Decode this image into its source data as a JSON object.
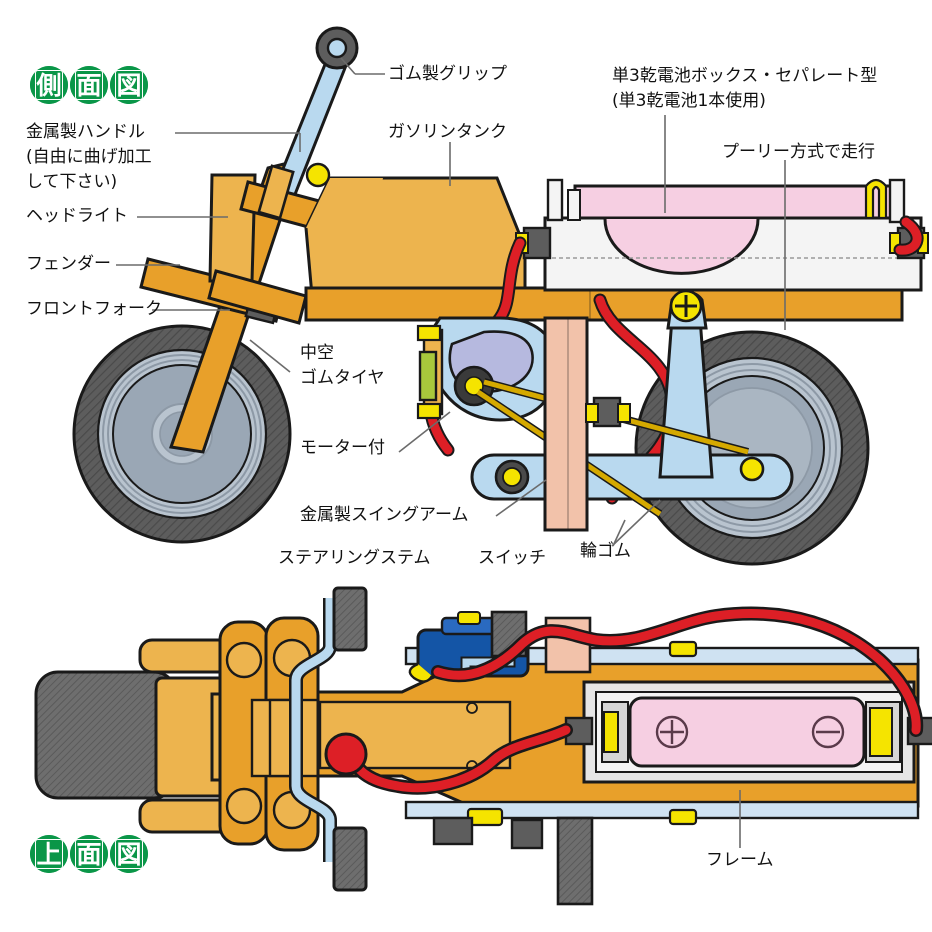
{
  "diagram": {
    "title_side_view": "側面図",
    "title_top_view": "上面図",
    "badges": {
      "side": [
        "側",
        "面",
        "図"
      ],
      "top": [
        "上",
        "面",
        "図"
      ]
    }
  },
  "labels": {
    "metal_handle": "金属製ハンドル",
    "metal_handle_note1": "(自由に曲げ加工",
    "metal_handle_note2": "して下さい)",
    "headlight": "ヘッドライト",
    "fender": "フェンダー",
    "front_fork": "フロントフォーク",
    "rubber_grip": "ゴム製グリップ",
    "gasoline_tank": "ガソリンタンク",
    "battery_box_line1": "単3乾電池ボックス・セパレート型",
    "battery_box_line2": "(単3乾電池1本使用)",
    "pulley_drive": "プーリー方式で走行",
    "hollow_rubber_tire_1": "中空",
    "hollow_rubber_tire_2": "ゴムタイヤ",
    "with_motor": "モーター付",
    "metal_swing_arm": "金属製スイングアーム",
    "steering_stem": "ステアリングステム",
    "switch": "スイッチ",
    "rubber_band": "輪ゴム",
    "frame": "フレーム"
  },
  "colors": {
    "badge_green": "#0a9648",
    "body_orange": "#e8a02a",
    "body_orange_light": "#efbc5e",
    "tire_dark": "#4a4a4a",
    "tire_gray": "#6e6e6e",
    "hub_blue_gray": "#9aa7b5",
    "hub_light": "#b9c4cf",
    "pale_blue": "#b9d9ef",
    "lavender": "#b6b9df",
    "pink": "#f6cfe2",
    "white_box": "#f4f4f4",
    "wire_red": "#dd1f26",
    "yellow": "#f5e400",
    "green_chip": "#a8c83c",
    "blue_switch": "#1455a6",
    "skin": "#f2c2aa",
    "gold_band": "#d5a900",
    "outline": "#1a1a1a",
    "leader_line": "#6b6b6b"
  },
  "views": {
    "side": {
      "name": "側面図",
      "order": 1
    },
    "top": {
      "name": "上面図",
      "order": 2
    }
  }
}
